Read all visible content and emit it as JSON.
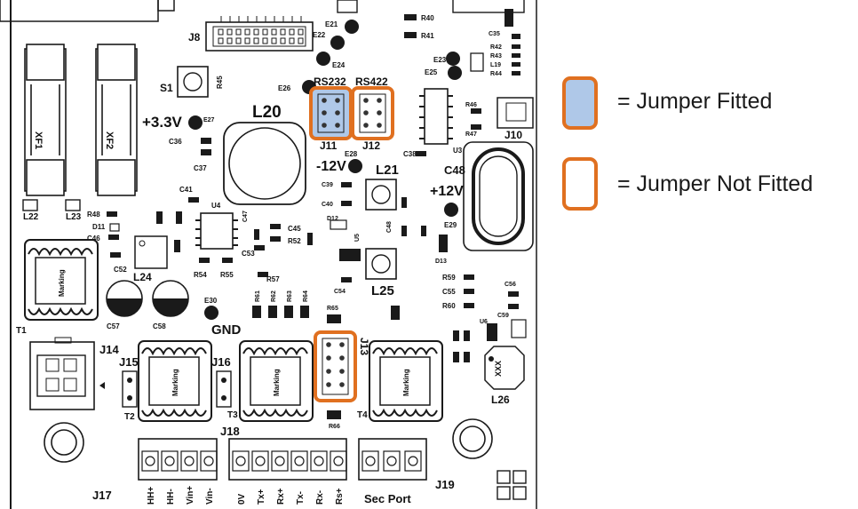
{
  "board": {
    "labels": {
      "j8": "J8",
      "s1": "S1",
      "l20": "L20",
      "v33": "+3.3V",
      "rs232": "RS232",
      "rs422": "RS422",
      "j11": "J11",
      "j12": "J12",
      "m12v": "-12V",
      "p12v": "+12V",
      "l21": "L21",
      "l24": "L24",
      "l25": "L25",
      "c48": "C48",
      "j10": "J10",
      "u4": "U4",
      "t1": "T1",
      "t2": "T2",
      "t3": "T3",
      "t4": "T4",
      "j14": "J14",
      "j15": "J15",
      "j16": "J16",
      "j13": "J13",
      "j17": "J17",
      "j18": "J18",
      "j19": "J19",
      "gnd": "GND",
      "l26": "L26",
      "xxx": "XXX",
      "sec_port": "Sec Port",
      "e21": "E21",
      "e22": "E22",
      "e24": "E24",
      "e26": "E26",
      "e27": "E27",
      "e28": "E28",
      "e29": "E29",
      "e30": "E30",
      "e23": "E23",
      "e25": "E25",
      "r40": "R40",
      "r41": "R41",
      "c35": "C35",
      "r42": "R42",
      "r43": "R43",
      "l19": "L19",
      "r44": "R44",
      "r45": "R45",
      "c36": "C36",
      "c37": "C37",
      "r46": "R46",
      "r47": "R47",
      "c38": "C38",
      "c39": "C39",
      "c40": "C40",
      "c41": "C41",
      "r48": "R48",
      "d11": "D11",
      "c46": "C46",
      "c52": "C52",
      "c57": "C57",
      "c58": "C58",
      "r54": "R54",
      "r55": "R55",
      "r57": "R57",
      "c53": "C53",
      "c45": "C45",
      "r52": "R52",
      "c54": "C54",
      "d12": "D12",
      "d13": "D13",
      "r59": "R59",
      "c55": "C55",
      "r60": "R60",
      "c56": "C56",
      "c59": "C59",
      "u6": "U6",
      "r65": "R65",
      "r66": "R66",
      "u3": "U3",
      "u5": "U5",
      "r61": "R61",
      "r62": "R62",
      "r63": "R63",
      "r64": "R64",
      "l22": "L22",
      "l23": "L23",
      "marking": "Marking"
    },
    "terminals": {
      "j17": [
        "HH+",
        "HH-",
        "Vin+",
        "Vin-"
      ],
      "j18": [
        "0V",
        "Tx+",
        "Rx+",
        "Tx-",
        "Rx-",
        "Rs+"
      ]
    },
    "jumpers": [
      {
        "name": "J11",
        "function": "RS232",
        "state": "fitted"
      },
      {
        "name": "J12",
        "function": "RS422",
        "state": "not fitted"
      },
      {
        "name": "J13",
        "function": "",
        "state": "not fitted"
      }
    ]
  },
  "legend": {
    "fitted_label": "= Jumper Fitted",
    "not_fitted_label": "= Jumper Not Fitted"
  },
  "colors": {
    "highlight": "#E07020",
    "fitted_fill": "#AFC8E8",
    "line": "#1a1a1a"
  }
}
